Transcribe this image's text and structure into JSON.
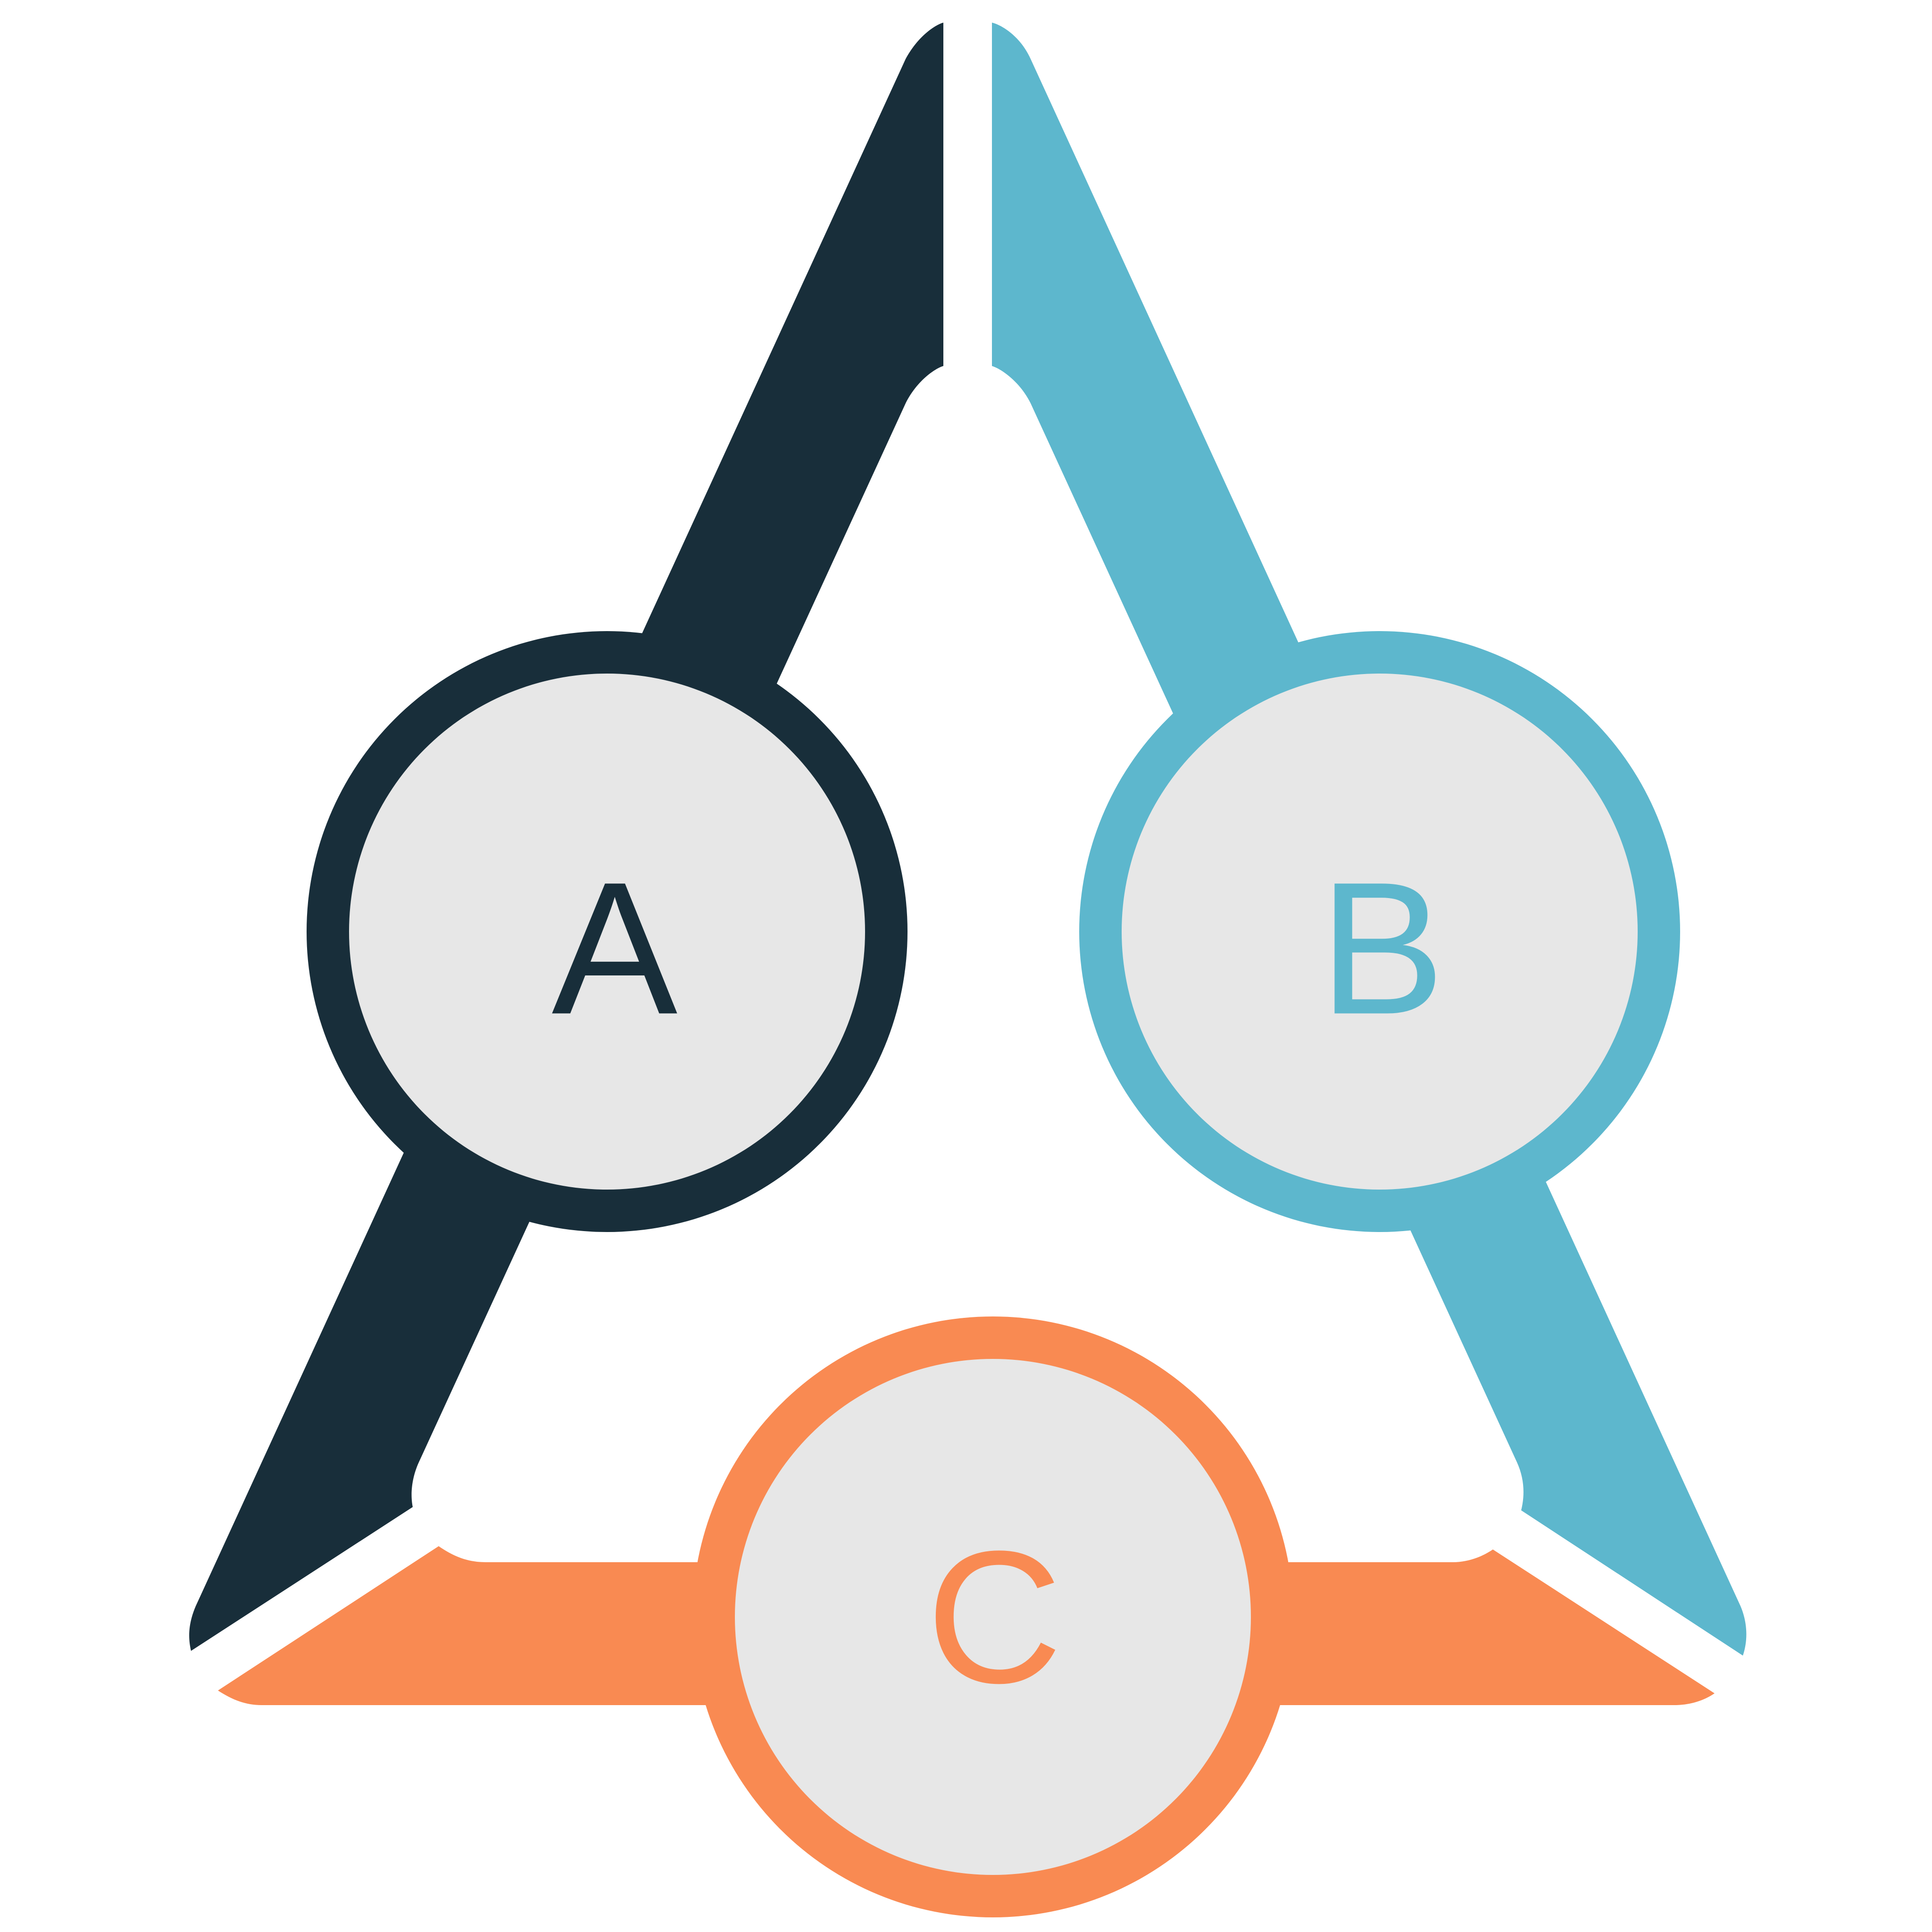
{
  "colors": {
    "a": "#182e3a",
    "b": "#5db7cd",
    "c": "#f98a52",
    "fill": "#e7e7e7",
    "background": "#ffffff"
  },
  "nodes": {
    "a": {
      "label": "A"
    },
    "b": {
      "label": "B"
    },
    "c": {
      "label": "C"
    }
  }
}
